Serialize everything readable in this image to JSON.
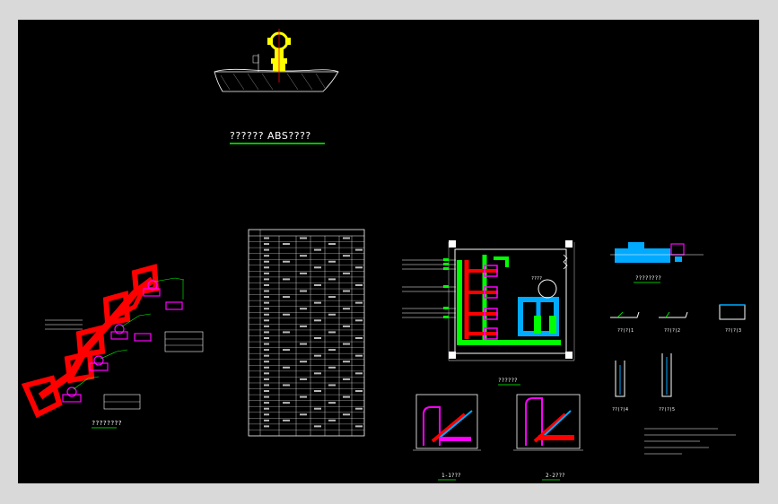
{
  "drawing": {
    "main_title": "?????? ABS????",
    "labels": {
      "stair_detail": "????????",
      "plan_view": "??????",
      "profile": "????????",
      "section_1": "1-1???",
      "section_2": "2-2???",
      "detail_a": "??(?)1",
      "detail_b": "??(?)2",
      "detail_c": "??(?)3",
      "detail_d": "??(?)4",
      "detail_e": "??(?)5",
      "room_label": "????"
    },
    "colors": {
      "background": "#000000",
      "window_frame": "#d9d9d9",
      "linework": "#ffffff",
      "pipe_red": "#ff0000",
      "pipe_green": "#00ff00",
      "pipe_cyan": "#00aaff",
      "equipment_magenta": "#ff00ff",
      "marker_yellow": "#ffff00",
      "underline_green": "#00ff00"
    }
  }
}
